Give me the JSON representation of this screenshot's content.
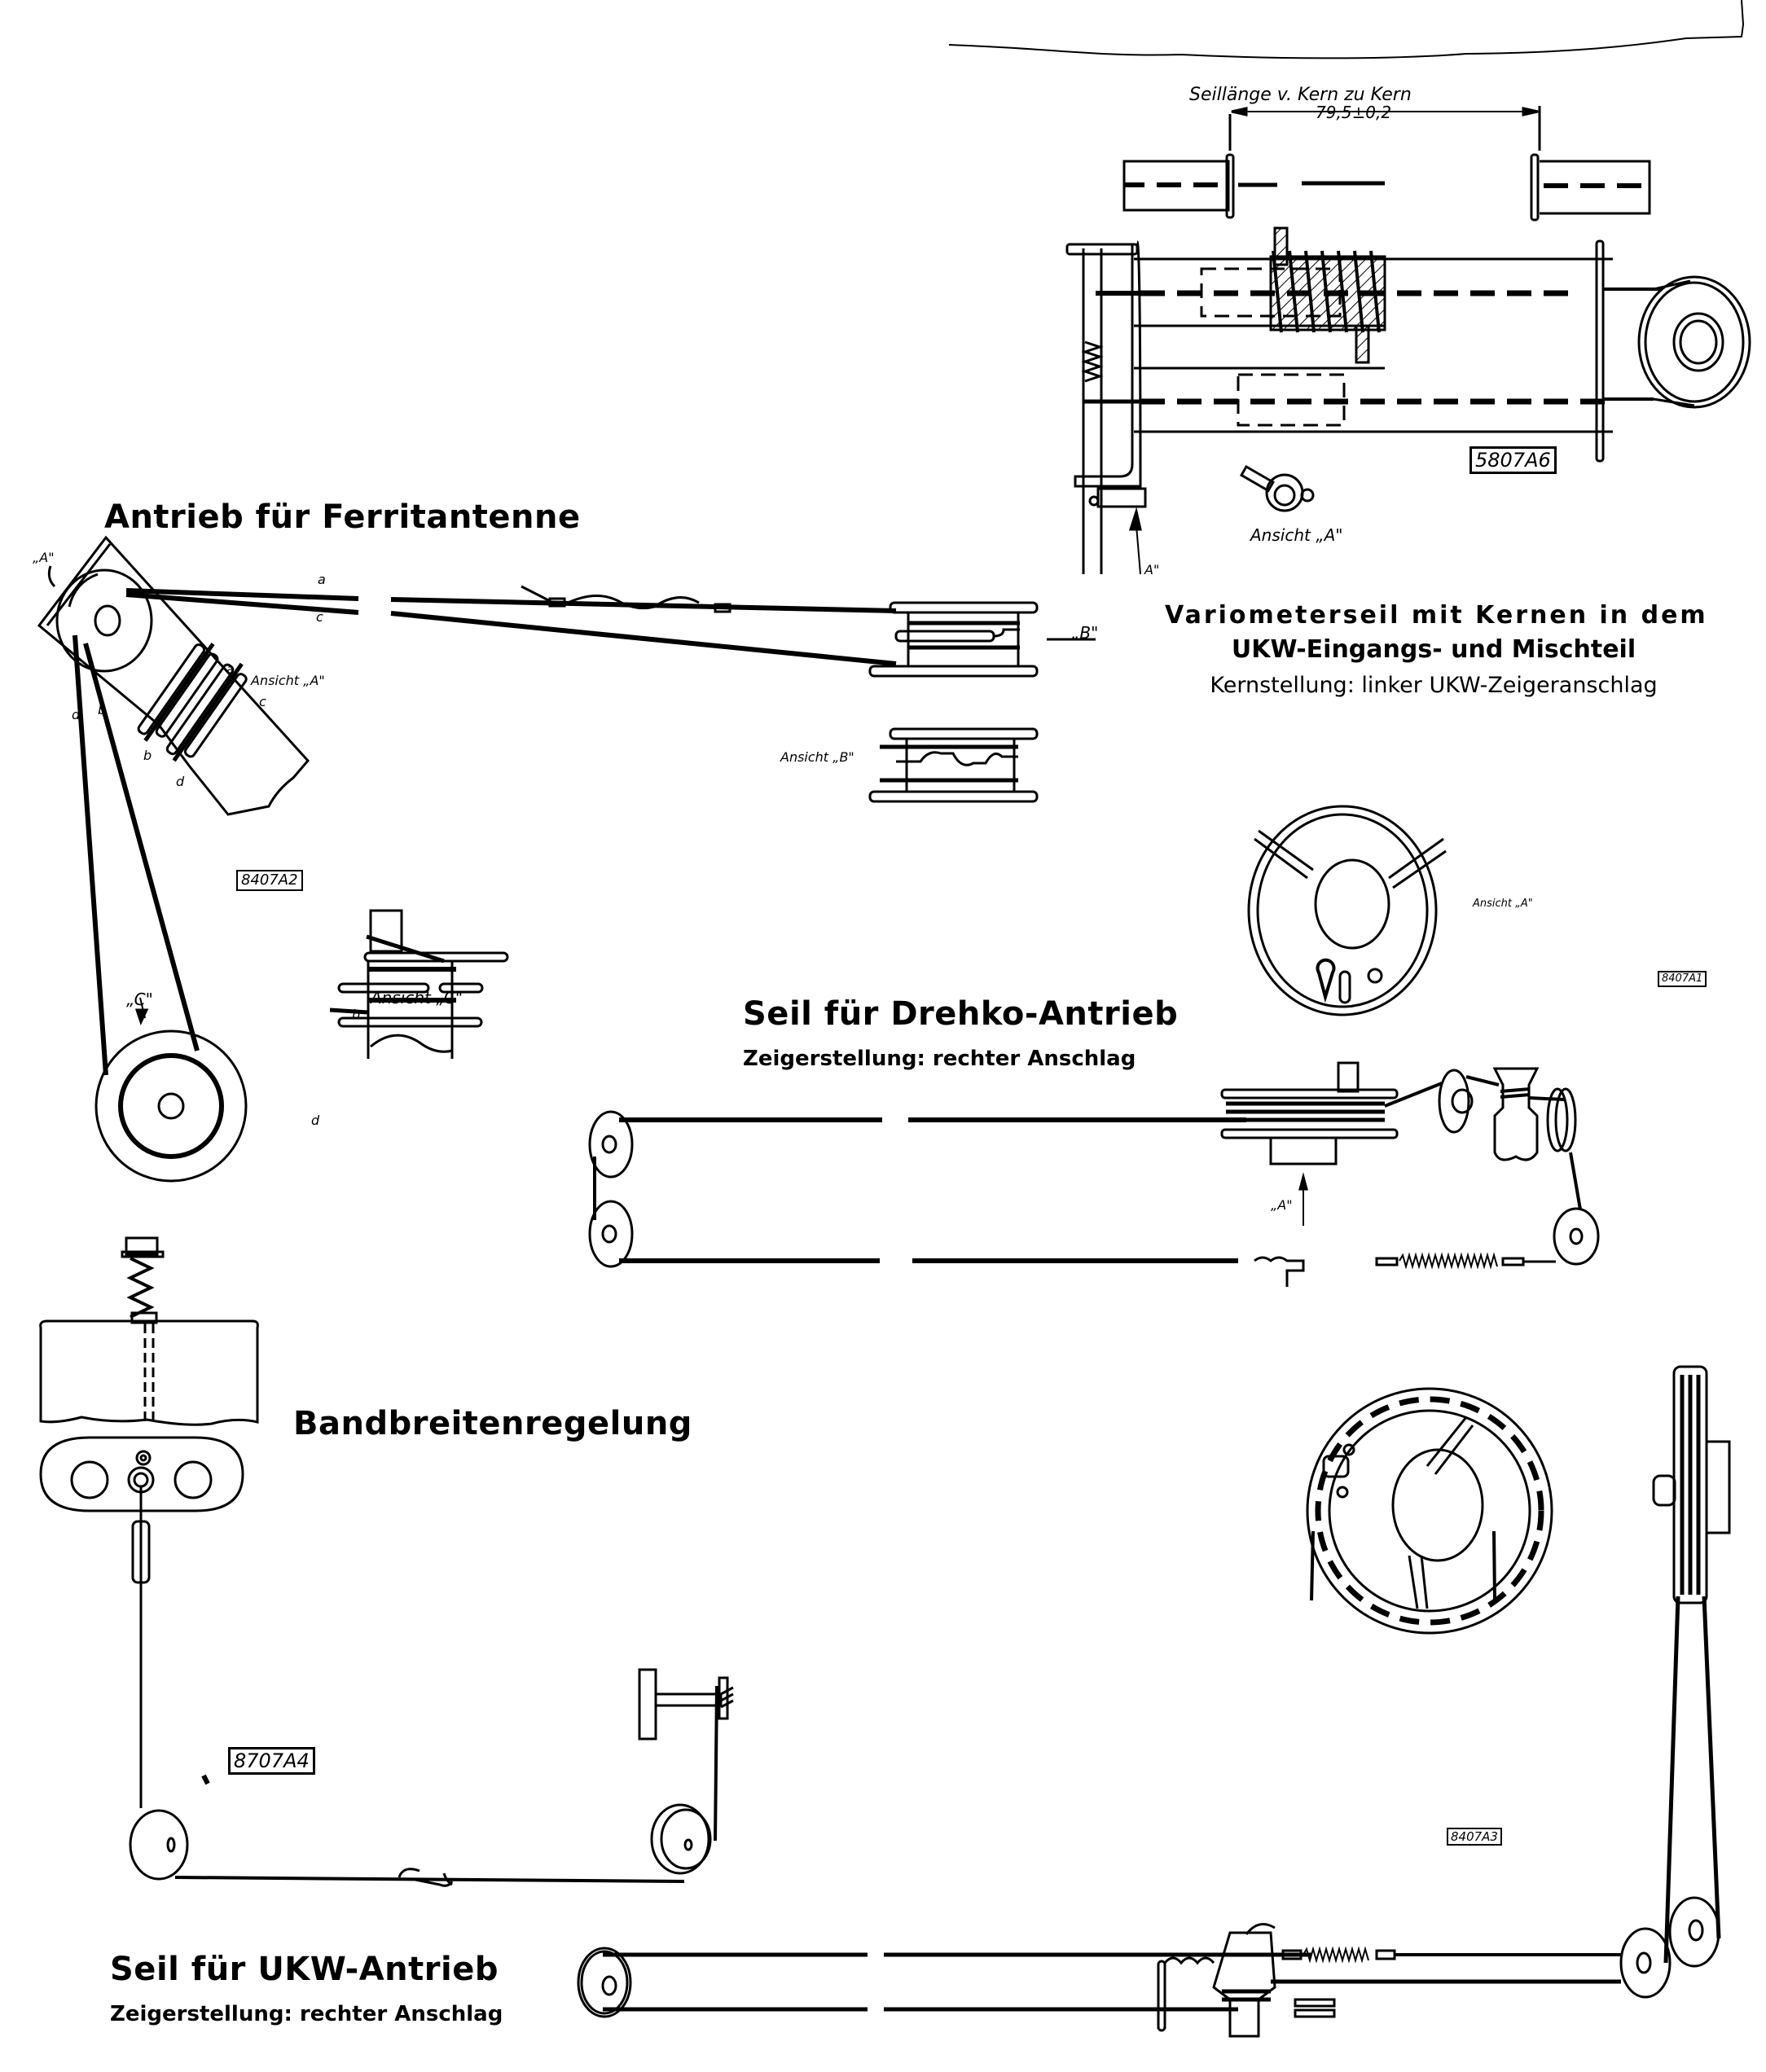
{
  "colors": {
    "ink": "#000000",
    "paper": "#ffffff"
  },
  "variometer": {
    "dimension_label": "Seillänge v. Kern zu Kern",
    "dimension_value": "79,5±0,2",
    "title_line1": "Variometerseil mit Kernen in dem",
    "title_line2": "UKW-Eingangs- und Mischteil",
    "subtitle": "Kernstellung: linker UKW-Zeigeranschlag",
    "view_label": "Ansicht „A\"",
    "arrow_label": "A\"",
    "drawing_number": "5807A6"
  },
  "ferrite": {
    "title": "Antrieb für Ferritantenne",
    "arrow_label_a": "„A\"",
    "view_a_label": "Ansicht „A\"",
    "view_b_label": "Ansicht „B\"",
    "arrow_b_label": "„B\"",
    "view_c_label": "Ansicht „C\"",
    "arrow_c_label": "„C\"",
    "cord_labels": {
      "a": "a",
      "b": "b",
      "c": "c",
      "d": "d"
    },
    "drawing_number": "8407A2"
  },
  "drehko": {
    "title": "Seil für Drehko-Antrieb",
    "subtitle": "Zeigerstellung: rechter Anschlag",
    "view_label": "Ansicht „A\"",
    "arrow_label": "„A\"",
    "drawing_number": "8407A1"
  },
  "bandwidth": {
    "title": "Bandbreitenregelung",
    "drawing_number": "8707A4"
  },
  "ukw": {
    "title": "Seil für UKW-Antrieb",
    "subtitle": "Zeigerstellung: rechter Anschlag",
    "drawing_number": "8407A3"
  }
}
